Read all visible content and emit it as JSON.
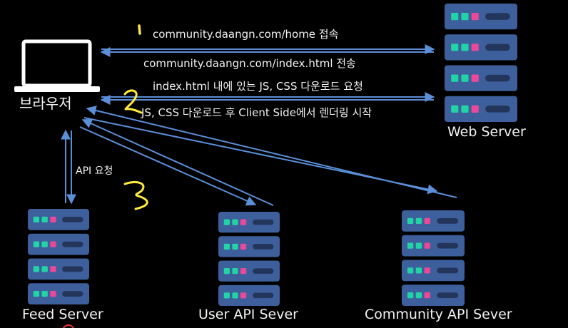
{
  "browser": {
    "label": "브라우저"
  },
  "servers": {
    "web": {
      "label": "Web Server"
    },
    "feed": {
      "label": "Feed Server"
    },
    "user": {
      "label": "User API Sever"
    },
    "community": {
      "label": "Community API Sever"
    }
  },
  "arrows": {
    "connect": "community.daangn.com/home 접속",
    "send_index": "community.daangn.com/index.html 전송",
    "request_assets": "index.html 내에 있는 JS, CSS 다운로드 요청",
    "render": "JS, CSS 다운로드 후 Client Side에서 렌더링 시작",
    "api_request": "API 요청"
  },
  "annotations": {
    "step1": "1",
    "step2": "2",
    "step3": "3"
  },
  "colors": {
    "arrow": "#5b8fd8",
    "server_body": "#3d5f9c",
    "server_slot": "#23355a",
    "led_green": "#22d3a6",
    "led_pink": "#ec4899",
    "led_blue": "#3b82f6",
    "annotation": "#ffeb3b"
  }
}
